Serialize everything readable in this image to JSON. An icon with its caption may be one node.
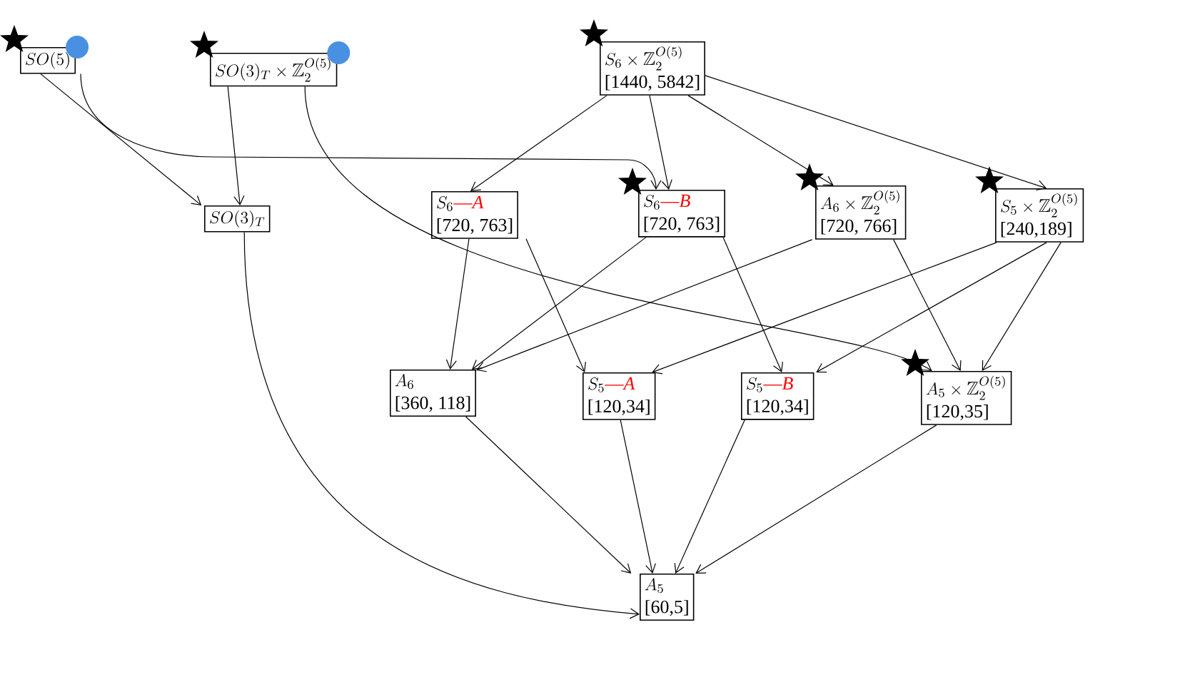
{
  "diagram": {
    "nodes": [
      {
        "text": [
          "SO(5)"
        ]
      },
      {
        "text": [
          "SO(3)_T \\times \\mathbb{Z}_2^{O(5)}"
        ]
      },
      {
        "text": [
          "S_6 \\times \\mathbb{Z}_2^{O(5)}",
          "[1440, 5842]"
        ]
      },
      {
        "text": [
          "SO(3)_T"
        ]
      },
      {
        "text": [
          "S_6",
          "—*A*",
          "[720, 763]"
        ]
      },
      {
        "text": [
          "S_6",
          "—*B*",
          "[720, 763]"
        ]
      },
      {
        "text": [
          "A_6 \\times \\mathbb{Z}_2^{O(5)}",
          "[720, 766]"
        ]
      },
      {
        "text": [
          "S_5 \\times \\mathbb{Z}_2^{O(5)}",
          "[240,189]"
        ]
      },
      {
        "text": [
          "A_6",
          "[360, 118]"
        ]
      },
      {
        "text": [
          "S_5",
          "—*A*",
          "[120,34]"
        ]
      },
      {
        "text": [
          "S_5",
          "—*B*",
          "[120,34]"
        ]
      },
      {
        "text": [
          "A_5 \\times \\mathbb{Z}_2^{O(5)}",
          "[120,35]"
        ]
      },
      {
        "text": [
          "A_5",
          "[60,5]"
        ]
      }
    ],
    "edges": [
      {
        "from": 0,
        "to": 3,
        "arrow": "to"
      },
      {
        "from": 0,
        "to": 5,
        "arrow": "to"
      },
      {
        "from": 1,
        "to": 3,
        "arrow": "to"
      },
      {
        "from": 1,
        "to": 11,
        "arrow": "to"
      },
      {
        "from": 2,
        "to": 4,
        "arrow": "to"
      },
      {
        "from": 2,
        "to": 5,
        "arrow": "to"
      },
      {
        "from": 2,
        "to": 6,
        "arrow": "to"
      },
      {
        "from": 2,
        "to": 7,
        "arrow": "to"
      },
      {
        "from": 3,
        "to": 12,
        "arrow": "to"
      },
      {
        "from": 4,
        "to": 8,
        "arrow": "to"
      },
      {
        "from": 4,
        "to": 9,
        "arrow": "to"
      },
      {
        "from": 5,
        "to": 8,
        "arrow": "to"
      },
      {
        "from": 5,
        "to": 10,
        "arrow": "to"
      },
      {
        "from": 6,
        "to": 8,
        "arrow": "to"
      },
      {
        "from": 6,
        "to": 11,
        "arrow": "to"
      },
      {
        "from": 7,
        "to": 9,
        "arrow": "to"
      },
      {
        "from": 7,
        "to": 10,
        "arrow": "to"
      },
      {
        "from": 7,
        "to": 11,
        "arrow": "to"
      },
      {
        "from": 8,
        "to": 12,
        "arrow": "to"
      },
      {
        "from": 9,
        "to": 12,
        "arrow": "to"
      },
      {
        "from": 10,
        "to": 12,
        "arrow": "to"
      },
      {
        "from": 11,
        "to": 12,
        "arrow": "to"
      }
    ]
  }
}
